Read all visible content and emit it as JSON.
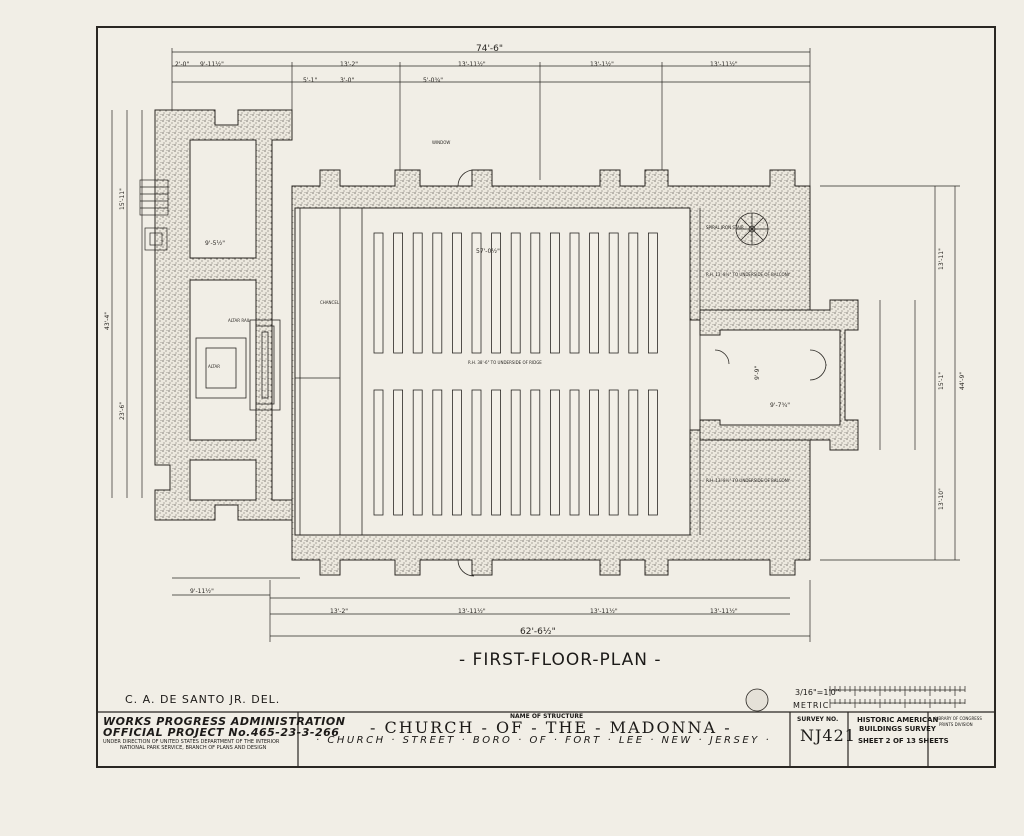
{
  "drawing_title": "- FIRST-FLOOR-PLAN -",
  "delineator": "C. A. DE SANTO JR. DEL.",
  "title_block": {
    "wpa_line1": "WORKS PROGRESS ADMINISTRATION",
    "wpa_line2": "OFFICIAL PROJECT No.465-23-3-266",
    "wpa_line3": "UNDER DIRECTION OF UNITED STATES DEPARTMENT OF THE INTERIOR",
    "wpa_line4": "NATIONAL PARK SERVICE, BRANCH OF PLANS AND DESIGN",
    "name_of_structure_label": "NAME OF STRUCTURE",
    "structure_name": "- CHURCH - OF - THE - MADONNA -",
    "address": "· CHURCH · STREET · BORO · OF · FORT · LEE · NEW · JERSEY ·",
    "survey_no_label": "SURVEY NO.",
    "survey_no": "NJ421",
    "habs_line1": "HISTORIC AMERICAN",
    "habs_line2": "BUILDINGS SURVEY",
    "sheet_text": "SHEET 2 OF 13 SHEETS",
    "library_line1": "LIBRARY OF CONGRESS",
    "library_line2": "PRINTS DIVISION"
  },
  "scale": {
    "imperial": "3/16\"=1'0\"",
    "metric": "METRIC"
  },
  "dimensions": {
    "overall_width": "74'-6\"",
    "overall_bottom": "62'-6½\"",
    "left_height": "43'-4\"",
    "right_height": "44'-9\"",
    "nave_length": "57'-0½\"",
    "bay_13_2": "13'-2\"",
    "bay_13_11": "13'-11½\"",
    "bay_13_1": "13'-1½\"",
    "sacristy_width": "9'-5½\"",
    "left_bay": "9'-11½\"",
    "bottom_left": "9'-11½\"",
    "mid_left_height": "23'-6\"",
    "upper_left_height": "15'-11\"",
    "right_upper": "13'-11\"",
    "right_mid": "15'-1\"",
    "right_lower": "13'-10\"",
    "vestibule_width": "9'-7¾\"",
    "vestibule_height": "9'-9\"",
    "left_width_2_0": "2'-0\"",
    "dim_5_1": "5'-1\"",
    "dim_3_0": "3'-0\"",
    "dim_5_0_3_4": "5'-0¾\""
  },
  "notes": {
    "rh_upper": "R.H. 38'-6\" TO UNDERSIDE OF RIDGE",
    "rh_gallery_upper": "R.H. 13'-8½\" TO UNDERSIDE OF BALCONY",
    "rh_gallery_lower": "R.H. 13'-8½\" TO UNDERSIDE OF BALCONY",
    "spiral_stair": "SPIRAL IRON STAIR",
    "altar_rail": "ALTAR RAIL",
    "altar": "ALTAR",
    "chancel": "CHANCEL",
    "window": "WINDOW"
  }
}
